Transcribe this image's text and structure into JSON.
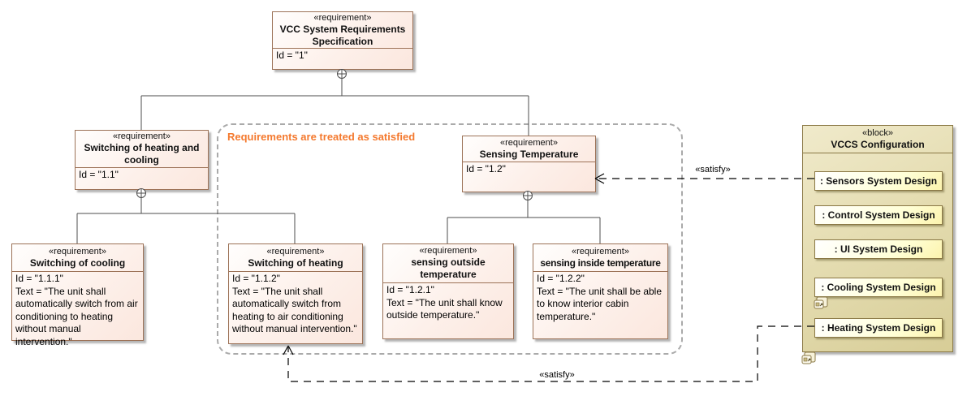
{
  "note": {
    "text": "Requirements are treated as satisfied"
  },
  "requirements": {
    "root": {
      "stereotype": "«requirement»",
      "name": "VCC System Requirements Specification",
      "id": "Id = \"1\""
    },
    "r1_1": {
      "stereotype": "«requirement»",
      "name": "Switching of heating and cooling",
      "id": "Id = \"1.1\""
    },
    "r1_2": {
      "stereotype": "«requirement»",
      "name": "Sensing Temperature",
      "id": "Id = \"1.2\""
    },
    "r1_1_1": {
      "stereotype": "«requirement»",
      "name": "Switching of cooling",
      "id": "Id = \"1.1.1\"",
      "text": "Text = \"The unit shall automatically switch from air conditioning to heating without manual intervention.\""
    },
    "r1_1_2": {
      "stereotype": "«requirement»",
      "name": "Switching of heating",
      "id": "Id = \"1.1.2\"",
      "text": "Text = \"The unit shall automatically switch from heating to air conditioning without manual intervention.\""
    },
    "r1_2_1": {
      "stereotype": "«requirement»",
      "name": "sensing outside temperature",
      "id": "Id = \"1.2.1\"",
      "text": "Text = \"The unit shall know outside temperature.\""
    },
    "r1_2_2": {
      "stereotype": "«requirement»",
      "name": "sensing inside temperature",
      "id": "Id = \"1.2.2\"",
      "text": "Text = \"The unit shall be able to know interior cabin temperature.\""
    }
  },
  "block": {
    "stereotype": "«block»",
    "name": "VCCS Configuration",
    "parts": [
      ": Sensors System Design",
      ": Control System Design",
      ": UI System Design",
      ": Cooling System Design",
      ": Heating System Design"
    ]
  },
  "connectors": {
    "satisfy_right": "«satisfy»",
    "satisfy_bottom": "«satisfy»"
  },
  "colors": {
    "requirement_border": "#9c7257",
    "requirement_fill": "#fbe7de",
    "block_border": "#8a7845",
    "block_fill": "#e5ddb2",
    "note_orange": "#f4792e",
    "container_dash": "#aaaaaa",
    "line": "#4d4d4d"
  }
}
